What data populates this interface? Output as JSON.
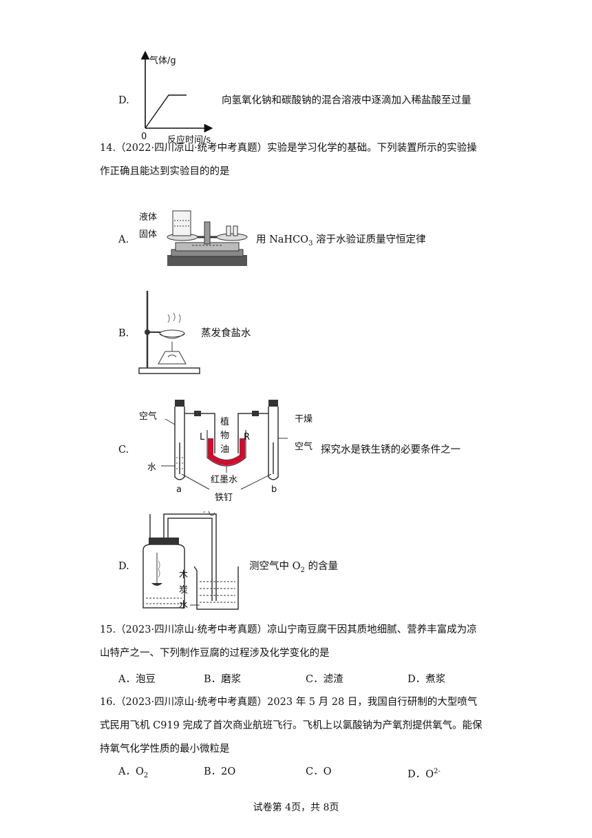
{
  "q13": {
    "optD": {
      "label": "D.",
      "text": "向氢氧化钠和碳酸钠的混合溶液中逐滴加入稀盐酸至过量",
      "graph": {
        "y_label": "气体/g",
        "x_label": "反应时间/s",
        "origin": "0"
      }
    }
  },
  "q14": {
    "stem": "14.（2022·四川凉山·统考中考真题）实验是学习化学的基础。下列装置所示的实验操作正确且能达到实验目的的是",
    "optA": {
      "label": "A.",
      "text_pre": "用 NaHCO",
      "text_sub": "3",
      "text_post": " 溶于水验证质量守恒定律",
      "fig_liquid": "液体",
      "fig_solid": "固体"
    },
    "optB": {
      "label": "B.",
      "text": "蒸发食盐水"
    },
    "optC": {
      "label": "C.",
      "text": "探究水是铁生锈的必要条件之一",
      "fig": {
        "air": "空气",
        "water": "水",
        "a": "a",
        "b": "b",
        "L": "L",
        "R": "R",
        "oil1": "植",
        "oil2": "物",
        "oil3": "油",
        "ink": "红墨水",
        "nail": "铁钉",
        "dry1": "干燥",
        "dry2": "空气"
      }
    },
    "optD": {
      "label": "D.",
      "text_pre": "测空气中 O",
      "text_sub": "2",
      "text_post": " 的含量",
      "fig": {
        "c1": "木",
        "c2": "炭",
        "water": "水"
      }
    }
  },
  "q15": {
    "stem": "15.（2023·四川凉山·统考中考真题）凉山宁南豆腐干因其质地细腻、营养丰富成为凉山特产之一、下列制作豆腐的过程涉及化学变化的是",
    "options": [
      {
        "label": "A．",
        "text": "泡豆"
      },
      {
        "label": "B．",
        "text": "磨浆"
      },
      {
        "label": "C．",
        "text": "滤渣"
      },
      {
        "label": "D．",
        "text": "煮浆"
      }
    ]
  },
  "q16": {
    "stem": "16.（2023·四川凉山·统考中考真题）2023 年 5 月 28 日，我国自行研制的大型喷气式民用飞机 C919 完成了首次商业航班飞行。飞机上以氯酸钠为产氧剂提供氧气。能保持氧气化学性质的最小微粒是",
    "options": [
      {
        "label": "A．",
        "main": "O",
        "sub": "2",
        "sup": ""
      },
      {
        "label": "B．",
        "main": "2O",
        "sub": "",
        "sup": ""
      },
      {
        "label": "C．",
        "main": "O",
        "sub": "",
        "sup": ""
      },
      {
        "label": "D．",
        "main": "O",
        "sub": "",
        "sup": "2-"
      }
    ]
  },
  "footer": "试卷第 4页，共 8页"
}
